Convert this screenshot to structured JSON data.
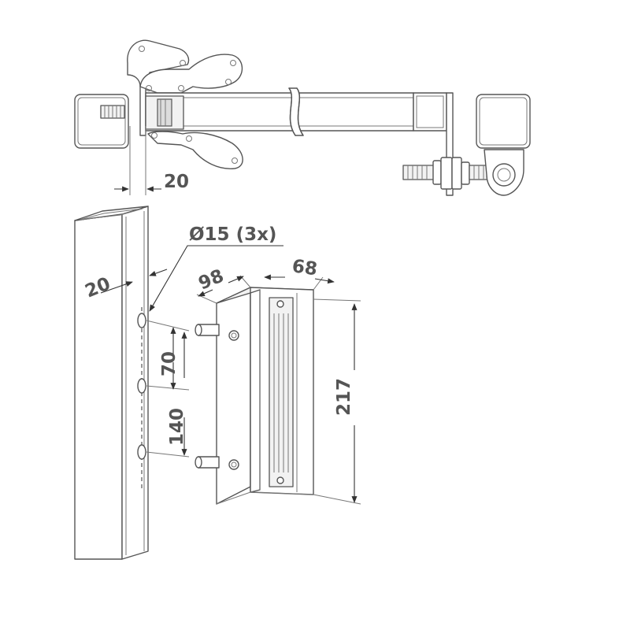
{
  "diagram": {
    "top_view": {
      "gap_label": "20"
    },
    "post": {
      "depth_label": "20",
      "hole_label": "Ø15 (3x)",
      "spacing_upper_label": "70",
      "spacing_total_label": "140"
    },
    "bracket": {
      "width_label": "98",
      "depth_label": "68",
      "height_label": "217"
    }
  }
}
